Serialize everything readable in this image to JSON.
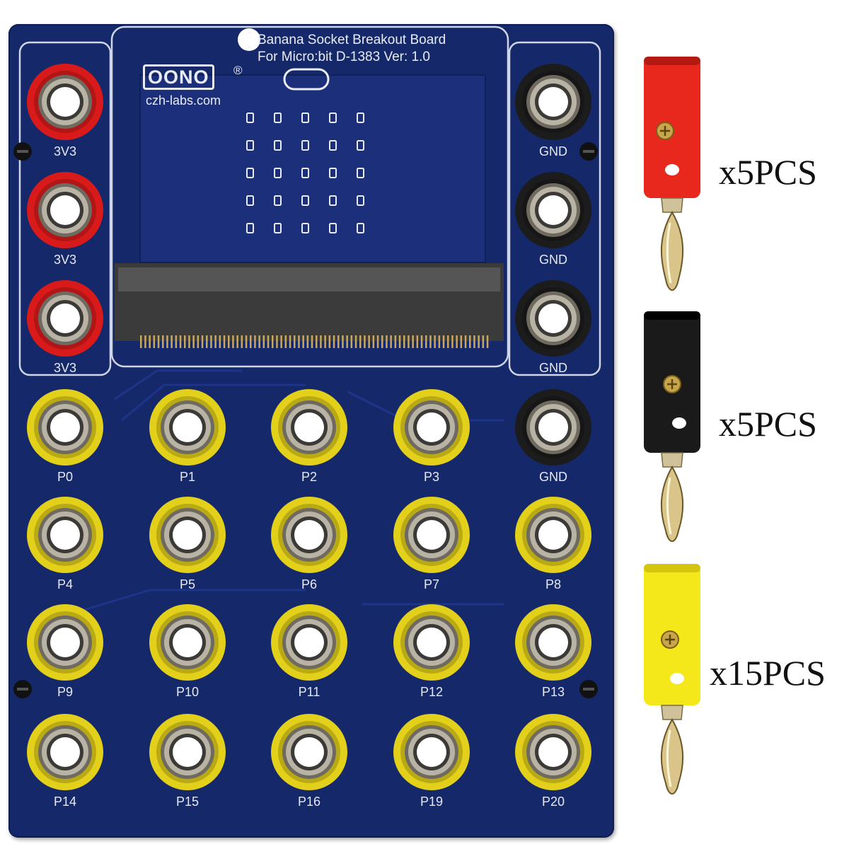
{
  "board": {
    "title_line1": "Banana Socket Breakout Board",
    "title_line2": "For Micro:bit   D-1383  Ver: 1.0",
    "brand_logo": "OONO",
    "brand_reg": "®",
    "brand_site": "czh-labs.com",
    "colors": {
      "pcb": "#15286a",
      "red_socket": "#d81a1a",
      "black_socket": "#1c1c1c",
      "yellow_socket": "#e2d01a"
    }
  },
  "sockets": {
    "left_power": [
      "3V3",
      "3V3",
      "3V3"
    ],
    "right_ground": [
      "GND",
      "GND",
      "GND",
      "GND"
    ],
    "row1": [
      "P0",
      "P1",
      "P2",
      "P3"
    ],
    "row2": [
      "P4",
      "P5",
      "P6",
      "P7",
      "P8"
    ],
    "row3": [
      "P9",
      "P10",
      "P11",
      "P12",
      "P13"
    ],
    "row4": [
      "P14",
      "P15",
      "P16",
      "P19",
      "P20"
    ]
  },
  "plugs": [
    {
      "color": "#e8281c",
      "quantity": "x5PCS"
    },
    {
      "color": "#1a1a1a",
      "quantity": "x5PCS"
    },
    {
      "color": "#f5e81a",
      "quantity": "x15PCS"
    }
  ]
}
